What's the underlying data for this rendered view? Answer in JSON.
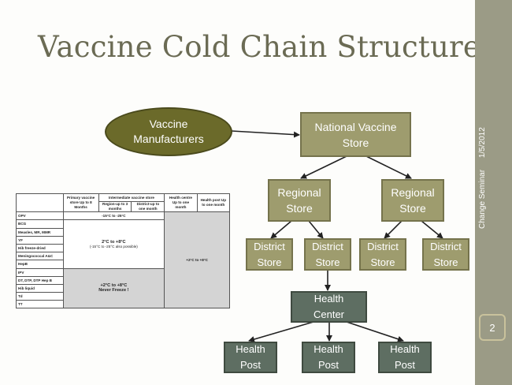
{
  "slide": {
    "title": "Vaccine Cold Chain Structure",
    "sidebar_text": "Change Seminar",
    "sidebar_date": "1/5/2012",
    "page_number": "2",
    "colors": {
      "olive_node": "#9e9c6e",
      "dark_node": "#6b6a2a",
      "gray_node": "#5e6e62",
      "sidebar": "#9b9b86"
    }
  },
  "diagram": {
    "manufacturers": "Vaccine Manufacturers",
    "national": "National Vaccine Store",
    "regional_1": "Regional Store",
    "regional_2": "Regional Store",
    "district_1": "District Store",
    "district_2": "District Store",
    "district_3": "District Store",
    "district_4": "District Store",
    "health_center": "Health Center",
    "post_1": "Health Post",
    "post_2": "Health Post",
    "post_3": "Health Post"
  },
  "table": {
    "headers": {
      "primary": "Primary vaccine store Up to 8 Months",
      "intermediate": "Intermediate vaccine store",
      "region": "Region-up to 3 months",
      "district": "District-up to one month",
      "health_centre": "Health centre Up to one month",
      "health_post": "Health post Up to one month"
    },
    "vaccines": [
      "OPV",
      "BCG",
      "Measles, MR, MMR",
      "YF",
      "Hib freeze-dried",
      "Meningococcal A&C",
      "HepB",
      "IPV",
      "DT, DTP, DTP Hep B",
      "Hib liquid",
      "Td",
      "TT"
    ],
    "opv_range": "-15°C to -25°C",
    "group1_range": "2°C to +8°C",
    "group1_note": "(-15°C to -25°C also possible)",
    "group2_range": "+2°C to +8°C",
    "group2_note": "Never Freeze !",
    "right_range": "+2°C to +8°C"
  }
}
